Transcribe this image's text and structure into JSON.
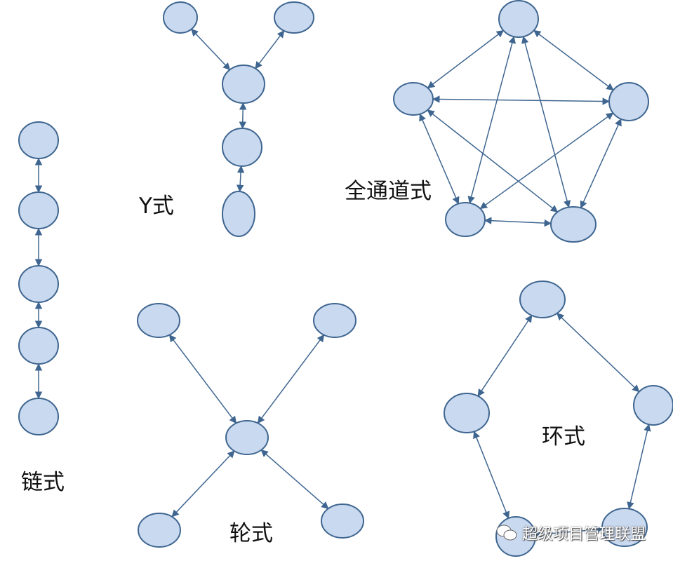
{
  "title": "Communication network types",
  "colors": {
    "node_fill": "#c9d9ef",
    "node_stroke": "#3f6690",
    "edge": "#3f6690"
  },
  "labels": {
    "chain": "链式",
    "y": "Y式",
    "all_channel": "全通道式",
    "wheel": "轮式",
    "ring": "环式"
  },
  "watermark": {
    "icon": "wechat-icon",
    "text": "超级项目管理联盟"
  },
  "networks": [
    {
      "name": "chain",
      "nodes": 5,
      "edges": [
        [
          0,
          1
        ],
        [
          1,
          2
        ],
        [
          2,
          3
        ],
        [
          3,
          4
        ]
      ]
    },
    {
      "name": "y",
      "nodes": 5,
      "edges": [
        [
          0,
          2
        ],
        [
          1,
          2
        ],
        [
          2,
          3
        ],
        [
          3,
          4
        ]
      ]
    },
    {
      "name": "all_channel",
      "nodes": 5,
      "edges": [
        [
          0,
          1
        ],
        [
          0,
          2
        ],
        [
          0,
          3
        ],
        [
          0,
          4
        ],
        [
          1,
          2
        ],
        [
          1,
          3
        ],
        [
          1,
          4
        ],
        [
          2,
          3
        ],
        [
          2,
          4
        ],
        [
          3,
          4
        ]
      ]
    },
    {
      "name": "wheel",
      "nodes": 5,
      "edges": [
        [
          0,
          1
        ],
        [
          0,
          2
        ],
        [
          0,
          3
        ],
        [
          0,
          4
        ]
      ]
    },
    {
      "name": "ring",
      "nodes": 5,
      "edges": [
        [
          0,
          1
        ],
        [
          0,
          2
        ],
        [
          1,
          3
        ],
        [
          2,
          4
        ],
        [
          3,
          4
        ]
      ]
    }
  ]
}
